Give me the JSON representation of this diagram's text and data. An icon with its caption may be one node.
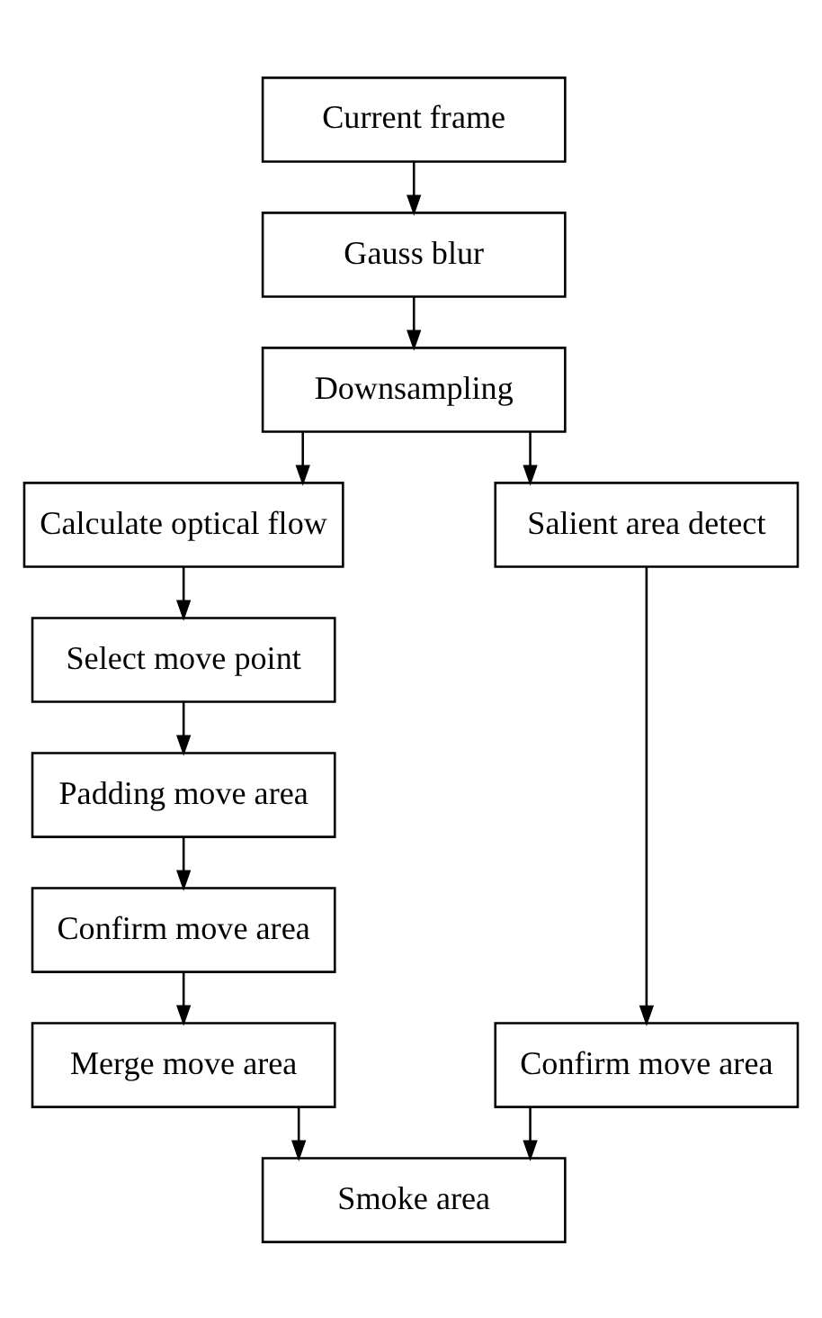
{
  "diagram": {
    "nodes": [
      {
        "text": [
          "Current frame"
        ]
      },
      {
        "text": [
          "Gauss blur"
        ]
      },
      {
        "text": [
          "Downsampling"
        ]
      },
      {
        "text": [
          "Calculate optical flow"
        ]
      },
      {
        "text": [
          "Salient area detect"
        ]
      },
      {
        "text": [
          "Select move point"
        ]
      },
      {
        "text": [
          "Padding move area"
        ]
      },
      {
        "text": [
          "Confirm move area"
        ]
      },
      {
        "text": [
          "Merge move area"
        ]
      },
      {
        "text": [
          "Confirm move area"
        ]
      },
      {
        "text": [
          "Smoke area"
        ]
      }
    ],
    "edges": [
      {
        "from": 0,
        "to": 1,
        "arrow": "to"
      },
      {
        "from": 1,
        "to": 2,
        "arrow": "to"
      },
      {
        "from": 2,
        "to": 3,
        "arrow": "to"
      },
      {
        "from": 2,
        "to": 4,
        "arrow": "to"
      },
      {
        "from": 3,
        "to": 5,
        "arrow": "to"
      },
      {
        "from": 5,
        "to": 6,
        "arrow": "to"
      },
      {
        "from": 6,
        "to": 7,
        "arrow": "to"
      },
      {
        "from": 7,
        "to": 8,
        "arrow": "to"
      },
      {
        "from": 4,
        "to": 9,
        "arrow": "to"
      },
      {
        "from": 8,
        "to": 10,
        "arrow": "to"
      },
      {
        "from": 9,
        "to": 10,
        "arrow": "to"
      }
    ]
  }
}
